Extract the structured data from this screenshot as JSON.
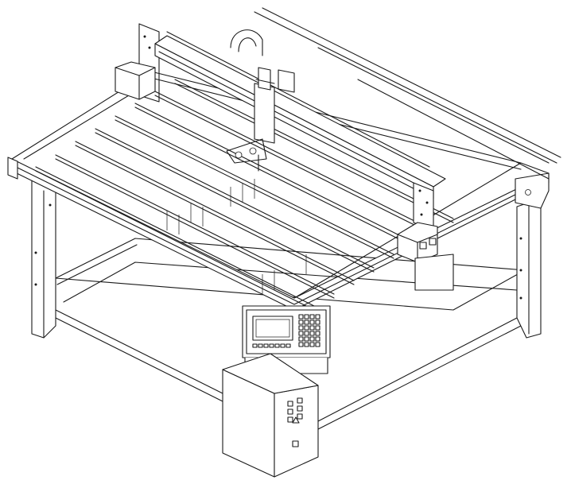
{
  "figure": {
    "description_visible_text": "",
    "line_color": "#1a1a1a",
    "background": "#ffffff"
  },
  "table": {
    "slat_count": 8
  },
  "controller": {
    "keypad_rows": 6,
    "keypad_cols": 4,
    "function_keys": 7
  },
  "cabinet": {
    "indicator_count": 6
  }
}
